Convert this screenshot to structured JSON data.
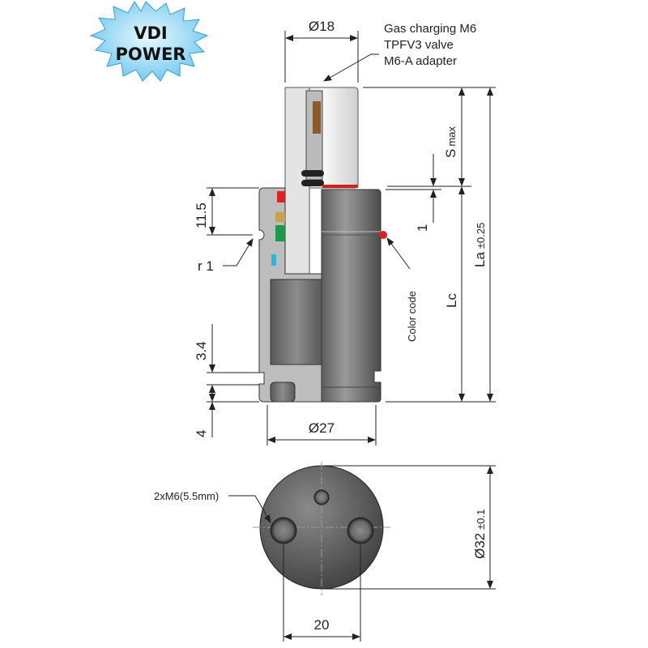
{
  "logo": {
    "line1": "VDI",
    "line2": "POWER"
  },
  "dimensions": {
    "rod_diameter": "Ø18",
    "stroke": "S",
    "stroke_sub": "max",
    "one": "1",
    "length_a": "La",
    "length_a_tol": "±0.25",
    "length_c": "Lc",
    "groove_height": "11.5",
    "radius": "r 1",
    "groove_bottom": "3.4",
    "base": "4",
    "body_diameter": "Ø27",
    "flange_diameter": "Ø32",
    "flange_tol": "±0.1",
    "hole_spacing": "20"
  },
  "callouts": {
    "valve": [
      "Gas charging M6",
      "TPFV3 valve",
      "M6-A adapter"
    ],
    "color_code": "Color code",
    "threads": "2xM6(5.5mm)"
  },
  "colors": {
    "color_code_dot": "#e02020",
    "logo_fill": "#8fd3f0",
    "body": "#7a7a7a"
  }
}
